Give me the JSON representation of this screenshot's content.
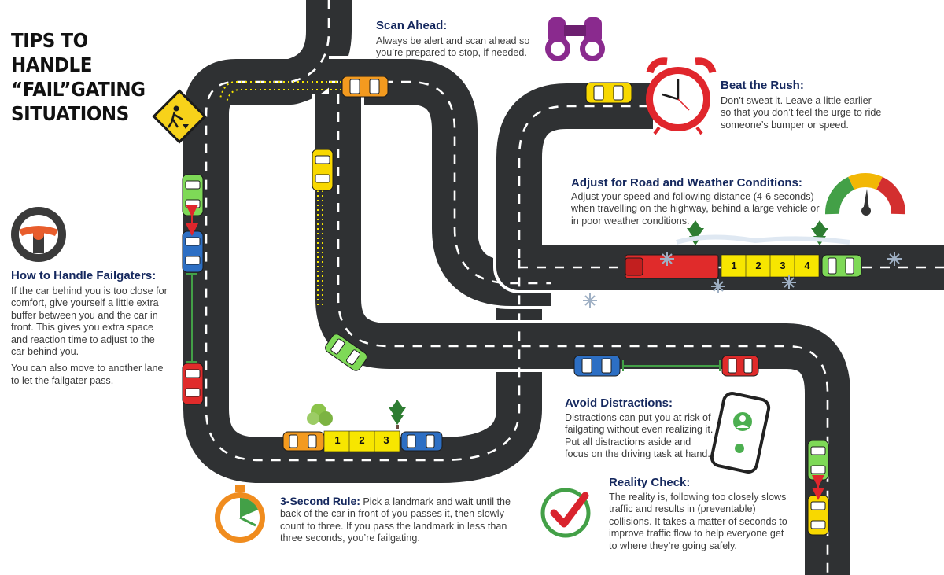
{
  "title": {
    "line1": "TIPS TO HANDLE",
    "line2": "“FAIL”GATING",
    "line3": "SITUATIONS"
  },
  "tips": {
    "scan_ahead": {
      "heading": "Scan Ahead:",
      "text": "Always be alert and scan ahead so you’re prepared to stop, if needed."
    },
    "beat_the_rush": {
      "heading": "Beat the Rush:",
      "text": "Don’t sweat it. Leave a little earlier so that you don’t feel the urge to ride someone’s bumper or speed."
    },
    "adjust_conditions": {
      "heading": "Adjust for Road and Weather Conditions:",
      "text": "Adjust your speed and following distance (4-6 seconds) when travelling on the highway, behind a large vehicle or in poor weather conditions."
    },
    "failgaters": {
      "heading": "How to Handle Failgaters:",
      "text1": "If the car behind you is too close for comfort, give yourself a little extra buffer between you and the car in front. This gives you extra space and reaction time to adjust to the car behind you.",
      "text2": "You can also move to another lane to let the failgater pass."
    },
    "avoid_distractions": {
      "heading": "Avoid Distractions:",
      "text": "Distractions can put you at risk of failgating without even realizing it. Put all distractions aside and focus on the driving task at hand."
    },
    "reality_check": {
      "heading": "Reality Check:",
      "text": "The reality is, following too closely slows traffic and results in (preventable) collisions. It takes a matter of seconds to improve traffic flow to help everyone get to where they’re going safely."
    },
    "three_second": {
      "heading": "3-Second Rule:",
      "text": "Pick a landmark and wait until the back of the car in front of you passes it, then slowly count to three. If you pass the landmark in less than three seconds, you’re failgating."
    }
  },
  "counts": {
    "three_second": [
      "1",
      "2",
      "3"
    ],
    "highway": [
      "1",
      "2",
      "3",
      "4"
    ]
  },
  "colors": {
    "road": "#2f3133",
    "heading": "#15285e",
    "count_yellow": "#f7e600",
    "clock_red": "#e0262c",
    "timer_orange": "#f08c1e",
    "check_red": "#d9232d",
    "binocular_purple": "#8a2a8e",
    "gauge_green": "#43a047",
    "gauge_yellow": "#f2b705",
    "gauge_red": "#d32f2f",
    "car_green": "#7ed957",
    "car_blue": "#2d6fc4",
    "car_red": "#e02b2b",
    "car_yellow": "#f8d800",
    "car_orange": "#f39a1f"
  },
  "icons": [
    "road-work-sign-icon",
    "binoculars-icon",
    "alarm-clock-icon",
    "speed-gauge-icon",
    "steering-wheel-icon",
    "phone-call-icon",
    "check-mark-icon",
    "stopwatch-icon",
    "tree-icon",
    "bush-icon",
    "snowflake-icon"
  ]
}
